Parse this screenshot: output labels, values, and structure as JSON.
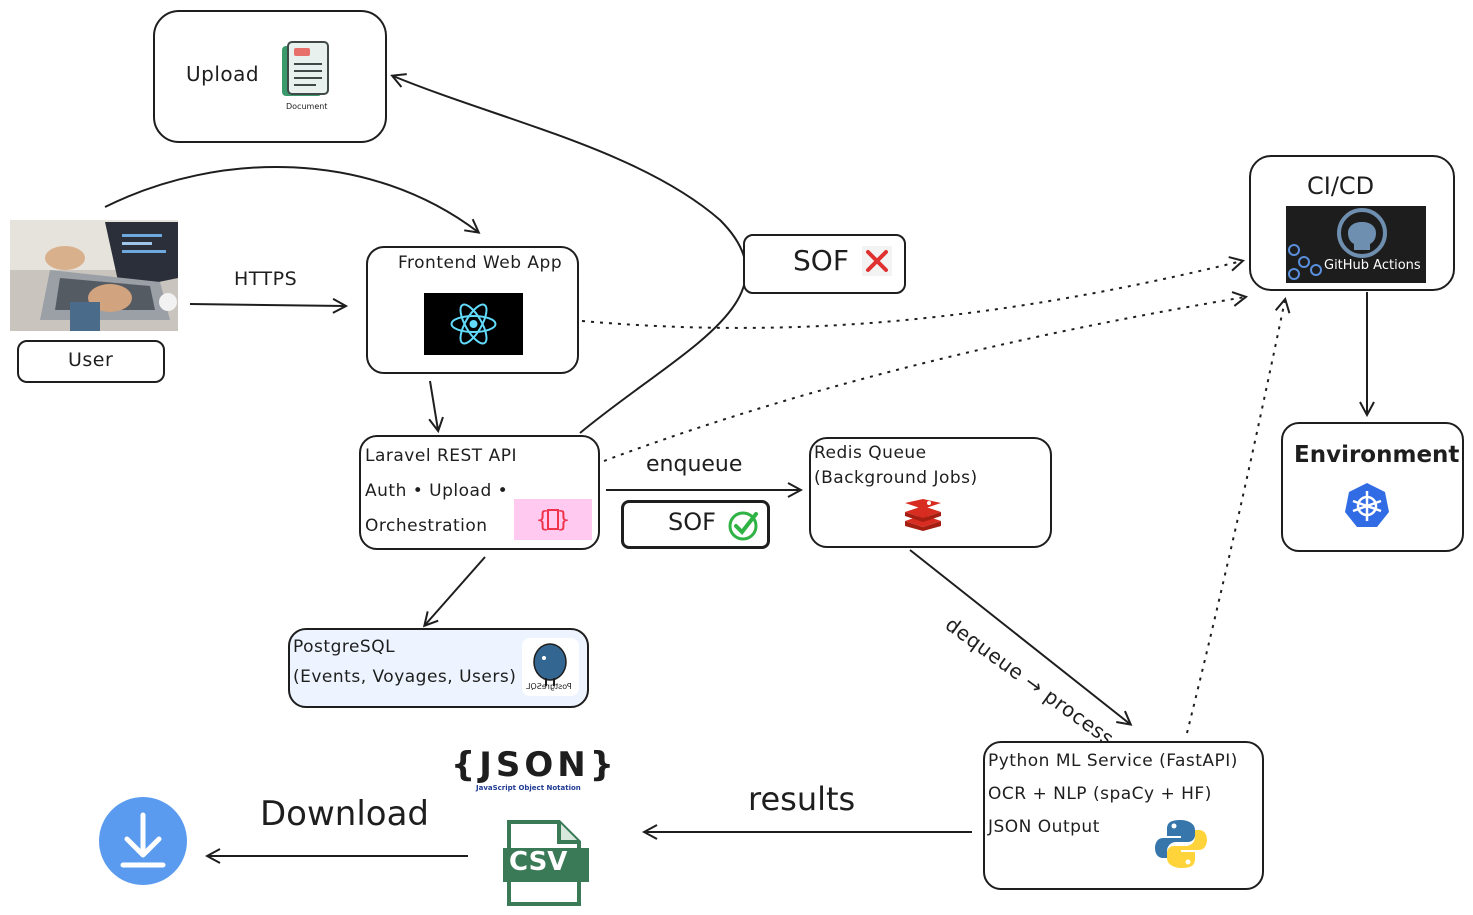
{
  "upload": {
    "label": "Upload",
    "doc_caption": "Document"
  },
  "user": {
    "label": "User"
  },
  "https_label": "HTTPS",
  "frontend": {
    "title": "Frontend Web App"
  },
  "sof_bad": "SOF",
  "sof_good": "SOF",
  "cicd": {
    "title": "CI/CD",
    "badge": "GitHub Actions"
  },
  "environment": {
    "title": "Environment"
  },
  "laravel": {
    "line1": "Laravel REST API",
    "line2": "Auth • Upload •",
    "line3": "Orchestration"
  },
  "enqueue_label": "enqueue",
  "redis": {
    "line1": "Redis Queue",
    "line2": "(Background Jobs)"
  },
  "dequeue_label": "dequeue → process",
  "postgres": {
    "line1": "PostgreSQL",
    "line2": "(Events, Voyages, Users)",
    "logo_text": "PostgreSQL"
  },
  "json_logo": {
    "text": "{JSON}",
    "subtitle": "JavaScript Object Notation"
  },
  "csv_logo": "CSV",
  "download_label": "Download",
  "results_label": "results",
  "python": {
    "line1": "Python ML Service (FastAPI)",
    "line2": "OCR + NLP (spaCy + HF)",
    "line3": "JSON Output"
  },
  "colors": {
    "stroke": "#1e1e1e",
    "react_bg": "#000000",
    "react_cyan": "#61dafb",
    "laravel_bg": "#ffc9f0",
    "laravel_red": "#f0324b",
    "postgres_bg": "#edf4ff",
    "github_bg": "#1d1d1d",
    "k8s_blue": "#326ce5",
    "redis_red": "#d82c20",
    "csv_green": "#3b7a57",
    "download_blue": "#5a9bf0",
    "python_blue": "#3776ab",
    "python_yellow": "#ffd43b",
    "cross_red": "#e03131",
    "check_green": "#2fb344"
  }
}
